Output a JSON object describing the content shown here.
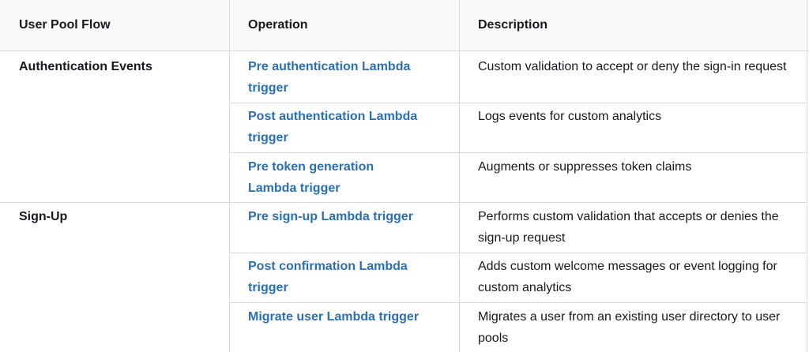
{
  "headers": {
    "flow": "User Pool Flow",
    "operation": "Operation",
    "description": "Description"
  },
  "rows": [
    {
      "flow": "Authentication Events",
      "operation": "Pre authentication Lambda trigger",
      "description": "Custom validation to accept or deny the sign-in request"
    },
    {
      "flow": "",
      "operation": "Post authentication Lambda trigger",
      "description": "Logs events for custom analytics"
    },
    {
      "flow": "",
      "operation": "Pre token generation Lambda trigger",
      "description": "Augments or suppresses token claims"
    },
    {
      "flow": "Sign-Up",
      "operation": "Pre sign-up Lambda trigger",
      "description": "Performs custom validation that accepts or denies the sign-up request"
    },
    {
      "flow": "",
      "operation": "Post confirmation Lambda trigger",
      "description": "Adds custom welcome messages or event logging for custom analytics"
    },
    {
      "flow": "",
      "operation": "Migrate user Lambda trigger",
      "description": "Migrates a user from an existing user directory to user pools"
    }
  ],
  "colors": {
    "link": "#2a6fb5",
    "text": "#16191f",
    "border": "#d5dbdb",
    "header_bg": "#fafafa"
  }
}
